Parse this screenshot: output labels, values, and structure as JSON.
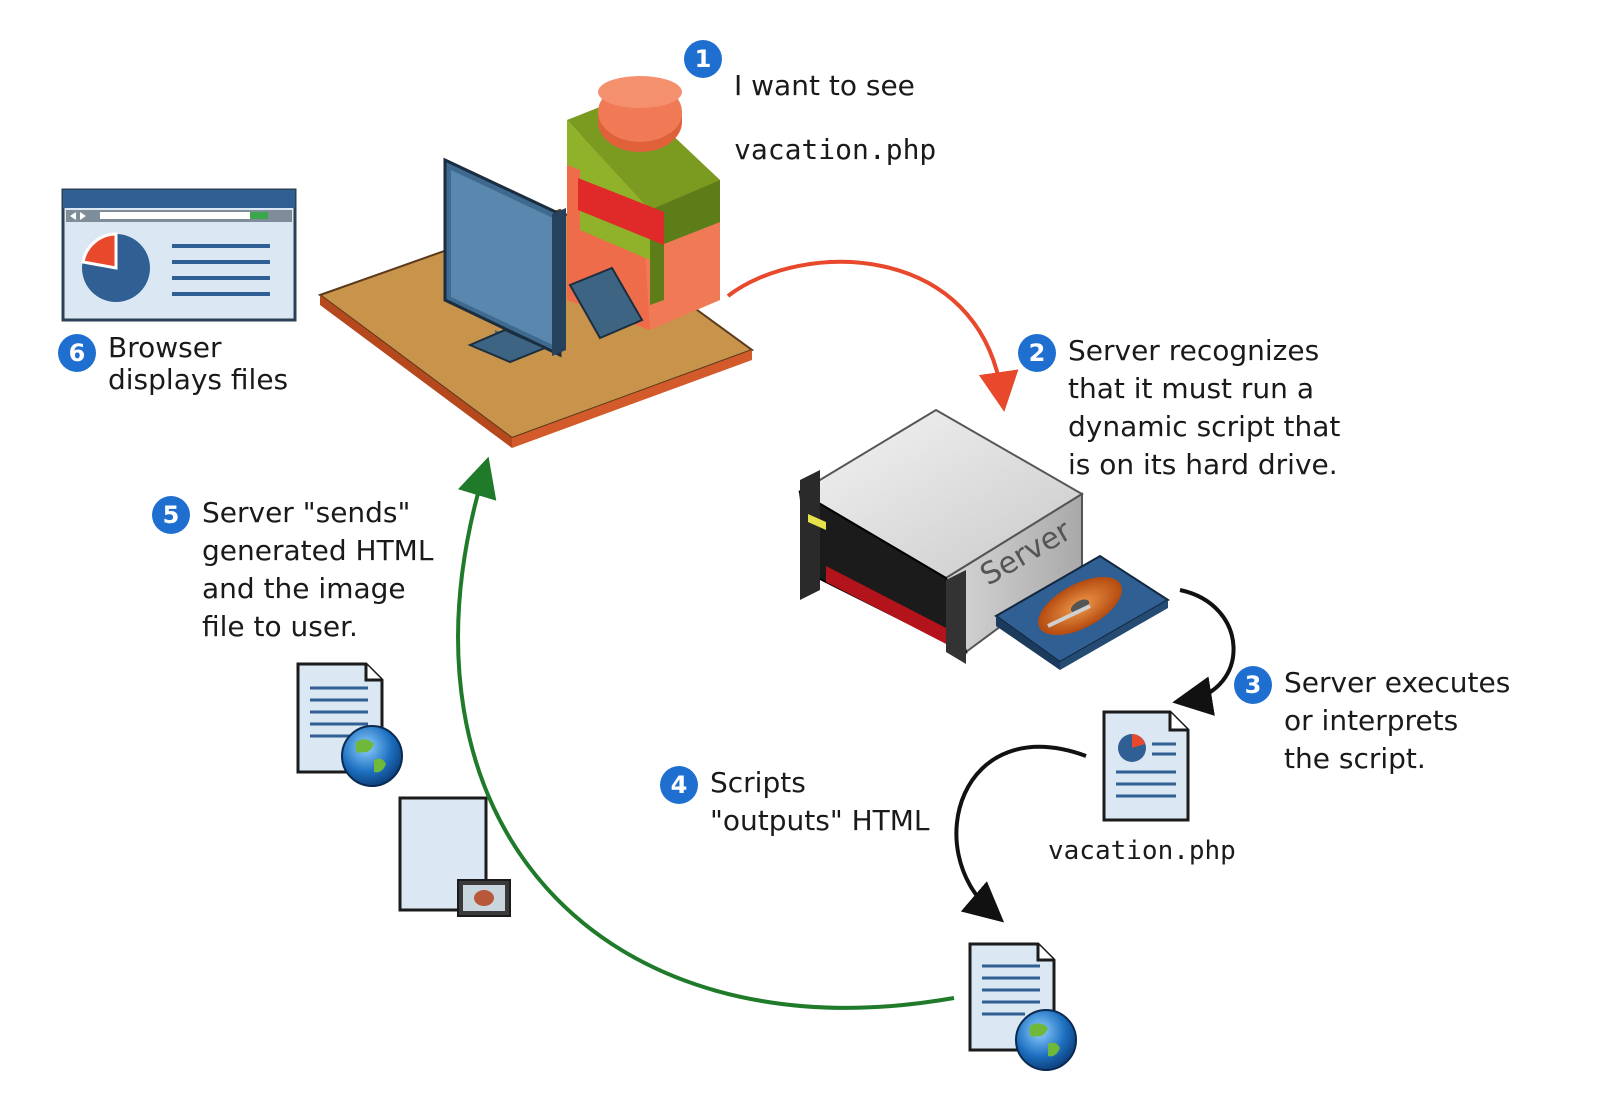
{
  "steps": [
    {
      "num": "1",
      "line1": "I want to see",
      "line2": "vacation.php"
    },
    {
      "num": "2",
      "text": "Server recognizes\nthat it must run a\ndynamic script that\nis on its hard drive."
    },
    {
      "num": "3",
      "text": "Server executes\nor interprets\nthe script."
    },
    {
      "num": "4",
      "text": "Scripts\n\"outputs\" HTML"
    },
    {
      "num": "5",
      "text": "Server \"sends\"\ngenerated HTML\nand the image\nfile to user."
    },
    {
      "num": "6",
      "text": "Browser\ndisplays files"
    }
  ],
  "labels": {
    "script_file": "vacation.php",
    "server": "Server"
  },
  "icons": {
    "user": "user-at-computer-icon",
    "browser": "browser-window-icon",
    "server": "server-rack-icon",
    "hard_drive": "hard-drive-icon",
    "script_file": "php-script-file-icon",
    "html_output": "html-document-globe-icon",
    "html_sent": "html-document-globe-icon",
    "image_sent": "image-file-icon"
  },
  "colors": {
    "badge": "#1f6fd1",
    "request_arrow": "#e8482c",
    "process_arrow": "#111111",
    "response_arrow": "#1f7a2a"
  }
}
